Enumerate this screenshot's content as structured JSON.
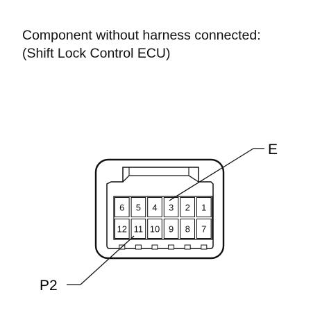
{
  "caption": {
    "line1": "Component without harness connected:",
    "line2": "(Shift Lock Control ECU)"
  },
  "connector": {
    "top_row": [
      "6",
      "5",
      "4",
      "3",
      "2",
      "1"
    ],
    "bottom_row": [
      "12",
      "11",
      "10",
      "9",
      "8",
      "7"
    ]
  },
  "callouts": {
    "e_label": "E",
    "p2_label": "P2"
  },
  "colors": {
    "ink": "#111111",
    "background": "#ffffff"
  }
}
